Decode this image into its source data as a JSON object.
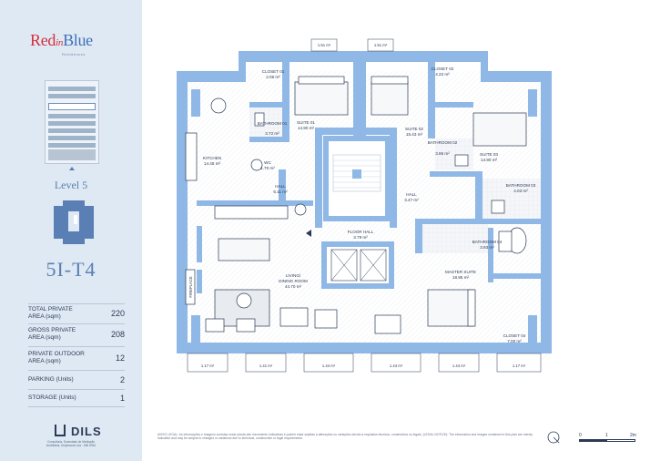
{
  "brand": {
    "logo_red": "Red",
    "logo_in": "in",
    "logo_blue": "Blue",
    "logo_sub": "Residences"
  },
  "level_label": "Level 5",
  "unit_name": "5I-T4",
  "specs": [
    {
      "label": "TOTAL PRIVATE AREA (sqm)",
      "value": "220"
    },
    {
      "label": "GROSS PRIVATE AREA (sqm)",
      "value": "208"
    },
    {
      "label": "PRIVATE OUTDOOR AREA (sqm)",
      "value": "12"
    },
    {
      "label": "PARKING (Units)",
      "value": "2"
    },
    {
      "label": "STORAGE (Units)",
      "value": "1"
    }
  ],
  "developer": {
    "name": "DILS",
    "sub": "Consultoria, Sociedade de Mediação Imobiliária, Unipessoal Lda · AMI 5961"
  },
  "rooms": {
    "closet01": {
      "name": "CLOSET 01",
      "area": "2.06 m²"
    },
    "closet02": {
      "name": "CLOSET 02",
      "area": "4.22 m²"
    },
    "suite01": {
      "name": "SUITE 01",
      "area": "14.90 m²"
    },
    "suite02": {
      "name": "SUITE 02",
      "area": "15.43 m²"
    },
    "suite03": {
      "name": "SUITE 03",
      "area": "14.90 m²"
    },
    "bath01": {
      "name": "BATHROOM 01",
      "area": "3.72 m²"
    },
    "bath02": {
      "name": "BATHROOM 02",
      "area": "3.86 m²"
    },
    "bath03": {
      "name": "BATHROOM 03",
      "area": "4.03 m²"
    },
    "bath04": {
      "name": "BATHROOM 04",
      "area": "3.93 m²"
    },
    "wc": {
      "name": "WC",
      "area": "1.70 m²"
    },
    "kitchen": {
      "name": "KITCHEN",
      "area": "14.45 m²"
    },
    "hall_left": {
      "name": "HALL",
      "area": "6.11 m²"
    },
    "hall_right": {
      "name": "HALL",
      "area": "3.47 m²"
    },
    "floor_hall": {
      "name": "FLOOR HALL",
      "area": "3.79 m²"
    },
    "living": {
      "name": "LIVING/",
      "name2": "DINING ROOM",
      "area": "44.70 m²"
    },
    "master": {
      "name": "MASTER SUITE",
      "area": "18.95 m²"
    },
    "closet04": {
      "name": "CLOSET 04",
      "area": "7.00 m²"
    },
    "fireplace": "FIREPLACE"
  },
  "balconies_top": [
    "1.51 m²",
    "1.51 m²"
  ],
  "balconies_bottom": [
    "1.17 m²",
    "1.41 m²",
    "1.44 m²",
    "1.44 m²",
    "1.44 m²",
    "1.17 m²"
  ],
  "disclaimer": "AVISO LEGAL: As informações e imagens contidas neste planta são meramente indicativas e podem estar sujeitas a alterações ou variações devido a requisitos técnicos, construtivos ou legais. (LEGAL NOTICE): The information and images contained in this plan are merely indicative and may be subject to changes or variations due to technical, constructive or legal requirements.",
  "scale": {
    "zero": "0",
    "one": "1",
    "two": "2m"
  },
  "colors": {
    "accent": "#5a7fb4",
    "wall": "#8fb8e6",
    "sidebar": "#dfe9f4"
  }
}
